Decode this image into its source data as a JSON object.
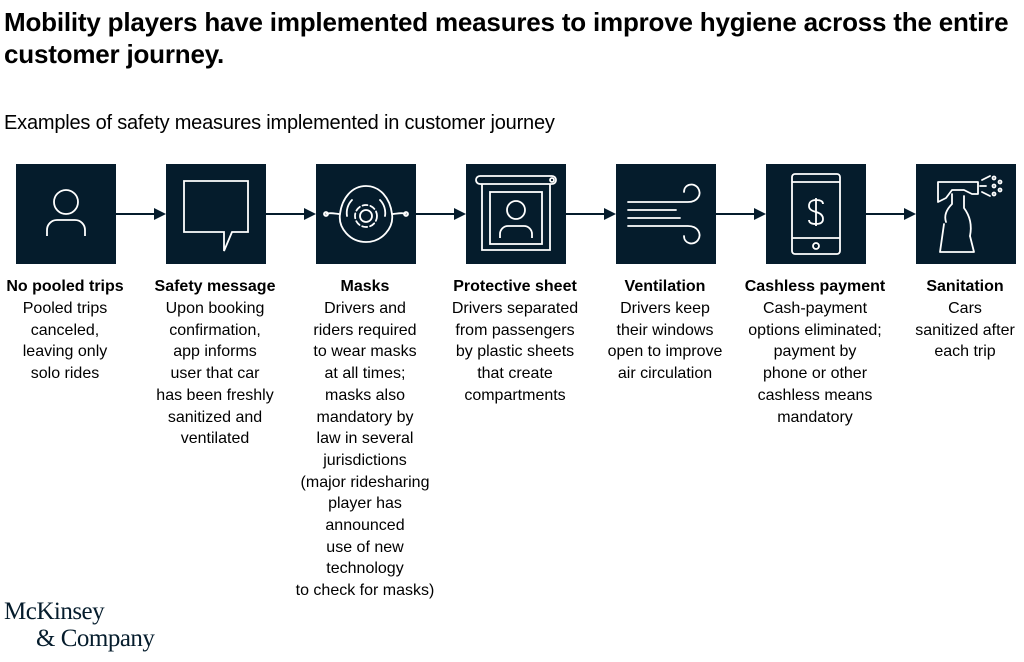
{
  "header": {
    "title": "Mobility players have implemented measures to improve hygiene across the entire customer journey.",
    "subtitle": "Examples of safety measures implemented in customer journey"
  },
  "colors": {
    "icon_background": "#051c2c",
    "icon_stroke": "#ffffff",
    "arrow": "#051c2c"
  },
  "steps": [
    {
      "icon": "person-icon",
      "title": "No pooled trips",
      "lines": [
        "Pooled trips",
        "canceled,",
        "leaving only",
        "solo rides"
      ]
    },
    {
      "icon": "speech-bubble-icon",
      "title": "Safety message",
      "lines": [
        "Upon booking",
        "confirmation,",
        "app informs",
        "user that car",
        "has been freshly",
        "sanitized and",
        "ventilated"
      ]
    },
    {
      "icon": "mask-icon",
      "title": "Masks",
      "lines": [
        "Drivers and",
        "riders required",
        "to wear masks",
        "at all times;",
        "masks also",
        "mandatory by",
        "law in several",
        "jurisdictions",
        "(major ridesharing",
        "player has announced",
        "use of new technology",
        "to check for masks)"
      ]
    },
    {
      "icon": "protective-sheet-icon",
      "title": "Protective sheet",
      "lines": [
        "Drivers separated",
        "from passengers",
        "by plastic sheets",
        "that create",
        "compartments"
      ]
    },
    {
      "icon": "wind-icon",
      "title": "Ventilation",
      "lines": [
        "Drivers keep",
        "their windows",
        "open to improve",
        "air circulation"
      ]
    },
    {
      "icon": "phone-dollar-icon",
      "title": "Cashless payment",
      "lines": [
        "Cash-payment",
        "options eliminated;",
        "payment by",
        "phone or other",
        "cashless means",
        "mandatory"
      ]
    },
    {
      "icon": "spray-bottle-icon",
      "title": "Sanitation",
      "lines": [
        "Cars",
        "sanitized after",
        "each trip"
      ]
    }
  ],
  "logo": {
    "line1": "McKinsey",
    "line2": "& Company"
  }
}
